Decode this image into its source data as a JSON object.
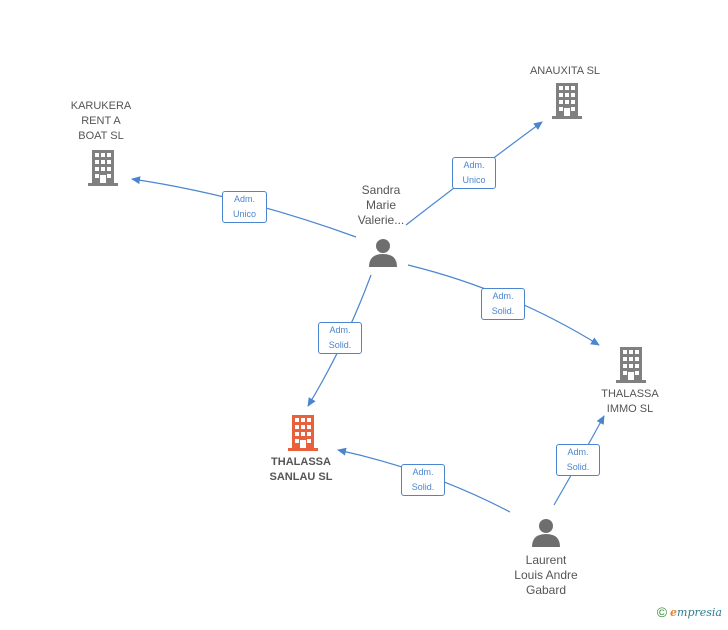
{
  "nodes": {
    "karukera": "KARUKERA\nRENT A\nBOAT  SL",
    "anauxita": "ANAUXITA  SL",
    "sandra": "Sandra\nMarie\nValerie...",
    "thalassa_sanlau": "THALASSA\nSANLAU  SL",
    "thalassa_immo": "THALASSA\nIMMO  SL",
    "laurent": "Laurent\nLouis Andre\nGabard"
  },
  "edges": {
    "sandra_karukera": "Adm.\nUnico",
    "sandra_anauxita": "Adm.\nUnico",
    "sandra_thalassa_sanlau": "Adm.\nSolid.",
    "sandra_thalassa_immo": "Adm.\nSolid.",
    "laurent_thalassa_sanlau": "Adm.\nSolid.",
    "laurent_thalassa_immo": "Adm.\nSolid."
  },
  "footer": {
    "copyright_symbol": "©",
    "brand_initial": "e",
    "brand_rest": "mpresia"
  },
  "colors": {
    "edge": "#4a86cf",
    "company": "#808080",
    "main_company": "#e8603c",
    "person": "#6e6e6e"
  }
}
